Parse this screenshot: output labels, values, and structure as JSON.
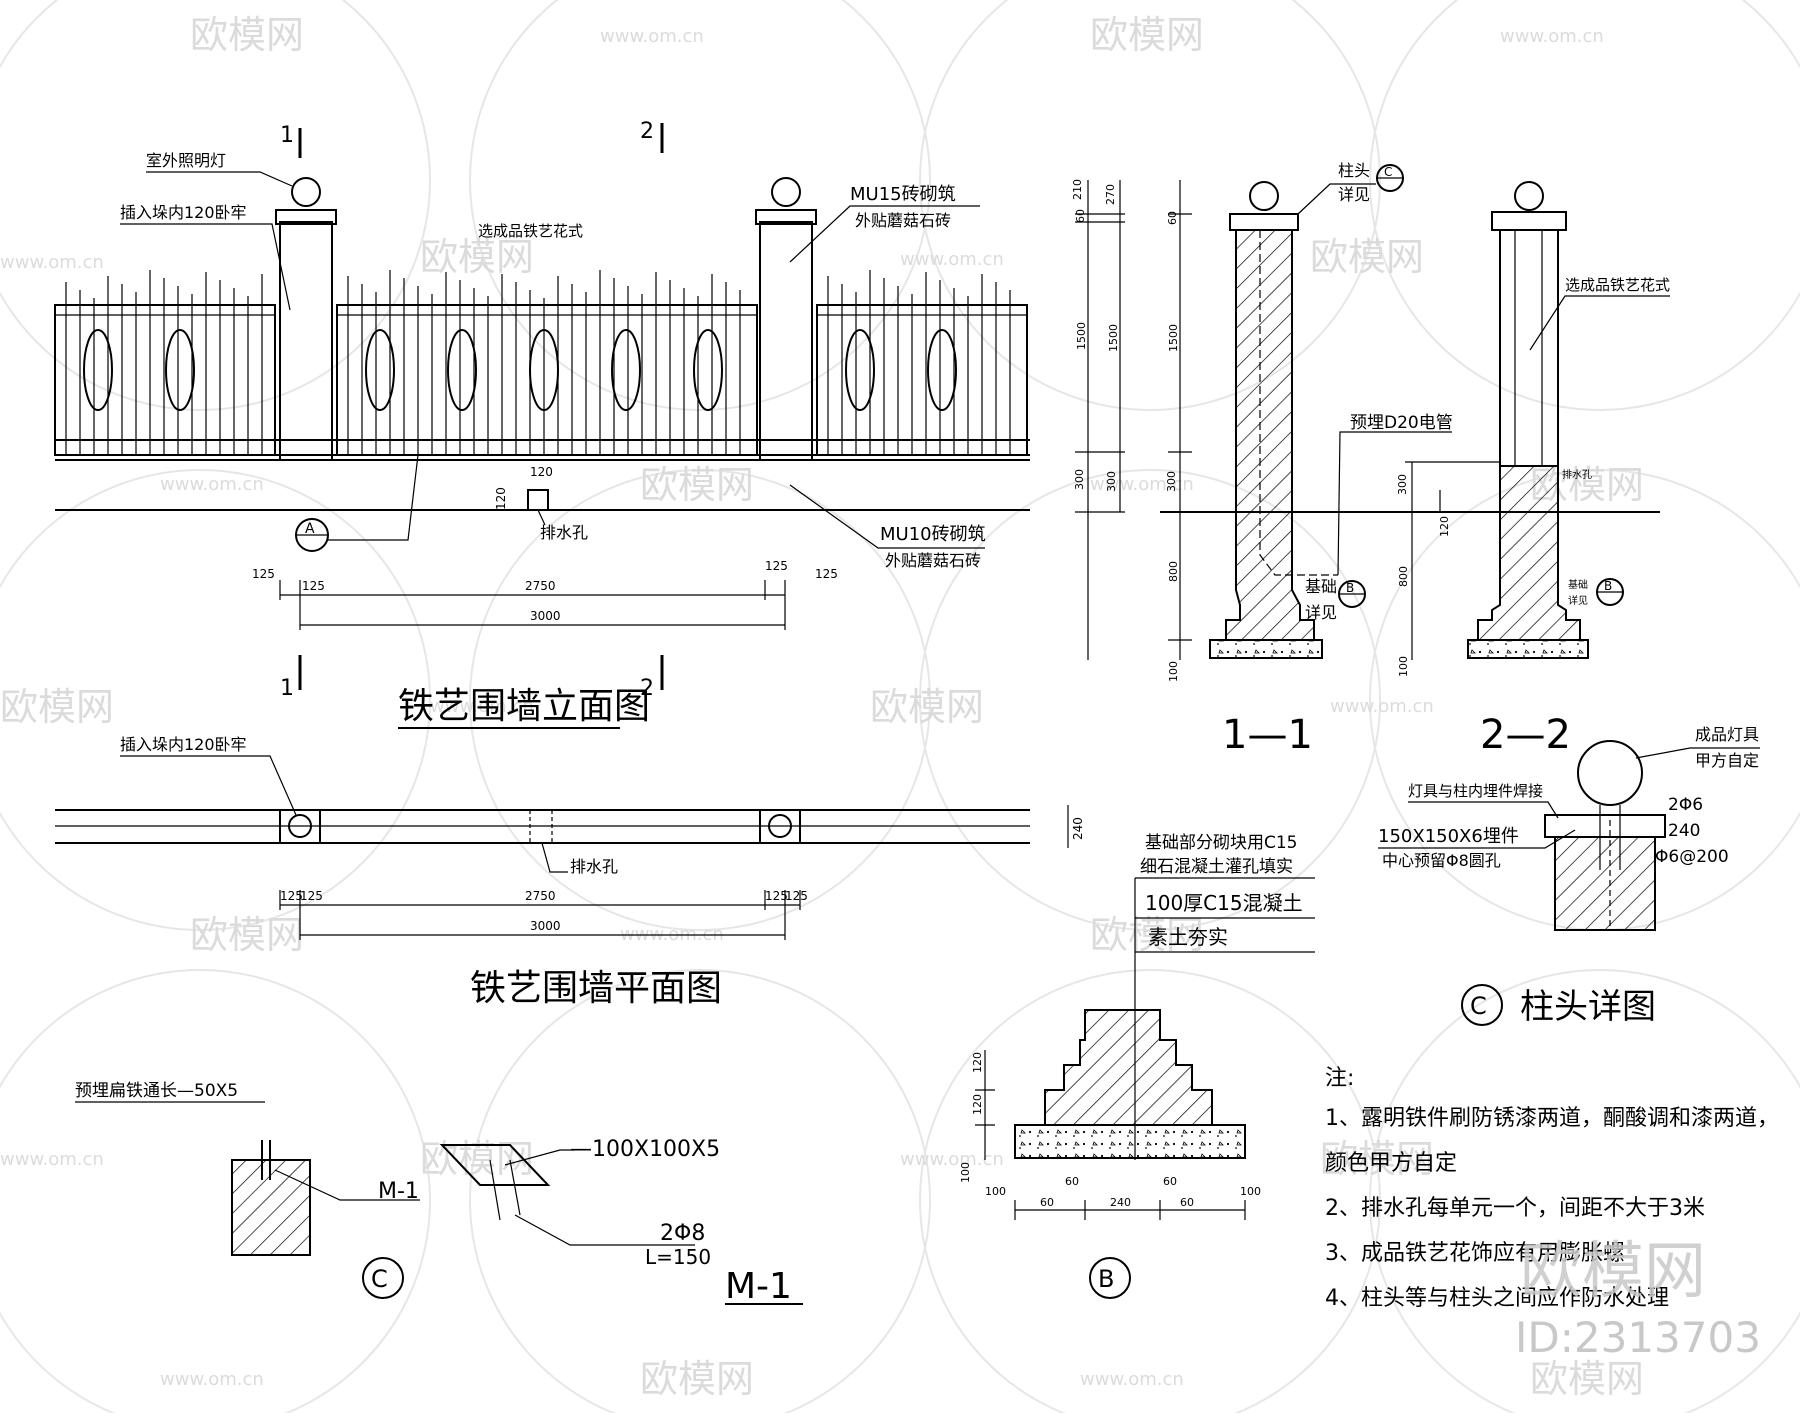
{
  "watermark": {
    "brand": "欧模网",
    "site": "www.om.cn",
    "badge_brand": "欧模网",
    "badge_id": "ID:2313703"
  },
  "elevation": {
    "title": "铁艺围墙立面图",
    "section_mark_1": "1",
    "section_mark_2": "2",
    "label_light": "室外照明灯",
    "label_insert": "插入垛内120卧牢",
    "label_ironwork": "选成品铁艺花式",
    "label_pier_top": "MU15砖砌筑",
    "label_pier_top2": "外贴蘑菇石砖",
    "label_base": "MU10砖砌筑",
    "label_base2": "外贴蘑菇石砖",
    "label_drain": "排水孔",
    "drain_w": "120",
    "drain_h": "120",
    "ref_a": "A",
    "dim_125a": "125",
    "dim_125b": "125",
    "dim_2750": "2750",
    "dim_125c": "125",
    "dim_125d": "125",
    "dim_3000": "3000"
  },
  "plan": {
    "title": "铁艺围墙平面图",
    "label_insert": "插入垛内120卧牢",
    "label_drain": "排水孔",
    "dim_240": "240",
    "dim_125a": "125",
    "dim_125b": "125",
    "dim_2750": "2750",
    "dim_125c": "125",
    "dim_125d": "125",
    "dim_3000": "3000"
  },
  "section11": {
    "title": "1—1",
    "label_cap": "柱头",
    "label_cap2": "详见",
    "ref_c": "C",
    "label_conduit": "预埋D20电管",
    "label_found": "基础",
    "label_found2": "详见",
    "ref_b": "B",
    "dims_left": [
      "60",
      "210",
      "1500",
      "300",
      "800",
      "100"
    ],
    "dims_right": [
      "270",
      "1500",
      "300"
    ],
    "dims_inner": [
      "60",
      "1500",
      "300"
    ]
  },
  "section22": {
    "title": "2—2",
    "label_ironwork": "选成品铁艺花式",
    "label_drain": "排水孔",
    "label_found": "基础",
    "label_found2": "详见",
    "ref_b": "B",
    "dims": [
      "300",
      "120",
      "800",
      "100"
    ]
  },
  "detail_c": {
    "title": "柱头详图",
    "ref": "C",
    "label_lamp": "成品灯具",
    "label_lamp2": "甲方自定",
    "label_weld": "灯具与柱内埋件焊接",
    "label_bar": "2Φ6",
    "label_240": "240",
    "label_plate": "150X150X6埋件",
    "label_hole": "中心预留Φ8圆孔",
    "label_stirrup": "Φ6@200"
  },
  "detail_b": {
    "ref": "B",
    "note1": "基础部分砌块用C15",
    "note2": "细石混凝土灌孔填实",
    "layer1": "100厚C15混凝土",
    "layer2": "素土夯实",
    "dims_v": [
      "120",
      "120",
      "100"
    ],
    "dims_top": [
      "100",
      "60",
      "60",
      "100"
    ],
    "dims_bot": [
      "60",
      "240",
      "60"
    ]
  },
  "detail_c2": {
    "ref": "C",
    "label_flat": "预埋扁铁通长—50X5",
    "label_m1": "M-1"
  },
  "detail_m1": {
    "title": "M-1",
    "label_plate": "—100X100X5",
    "label_bar": "2Φ8",
    "label_len": "L=150"
  },
  "notes": {
    "head": "注:",
    "items": [
      "1、露明铁件刷防锈漆两道，酮酸调和漆两道，",
      "颜色甲方自定",
      "2、排水孔每单元一个，间距不大于3米",
      "3、成品铁艺花饰应有用膨胀螺",
      "4、柱头等与柱头之间应作防水处理"
    ]
  }
}
